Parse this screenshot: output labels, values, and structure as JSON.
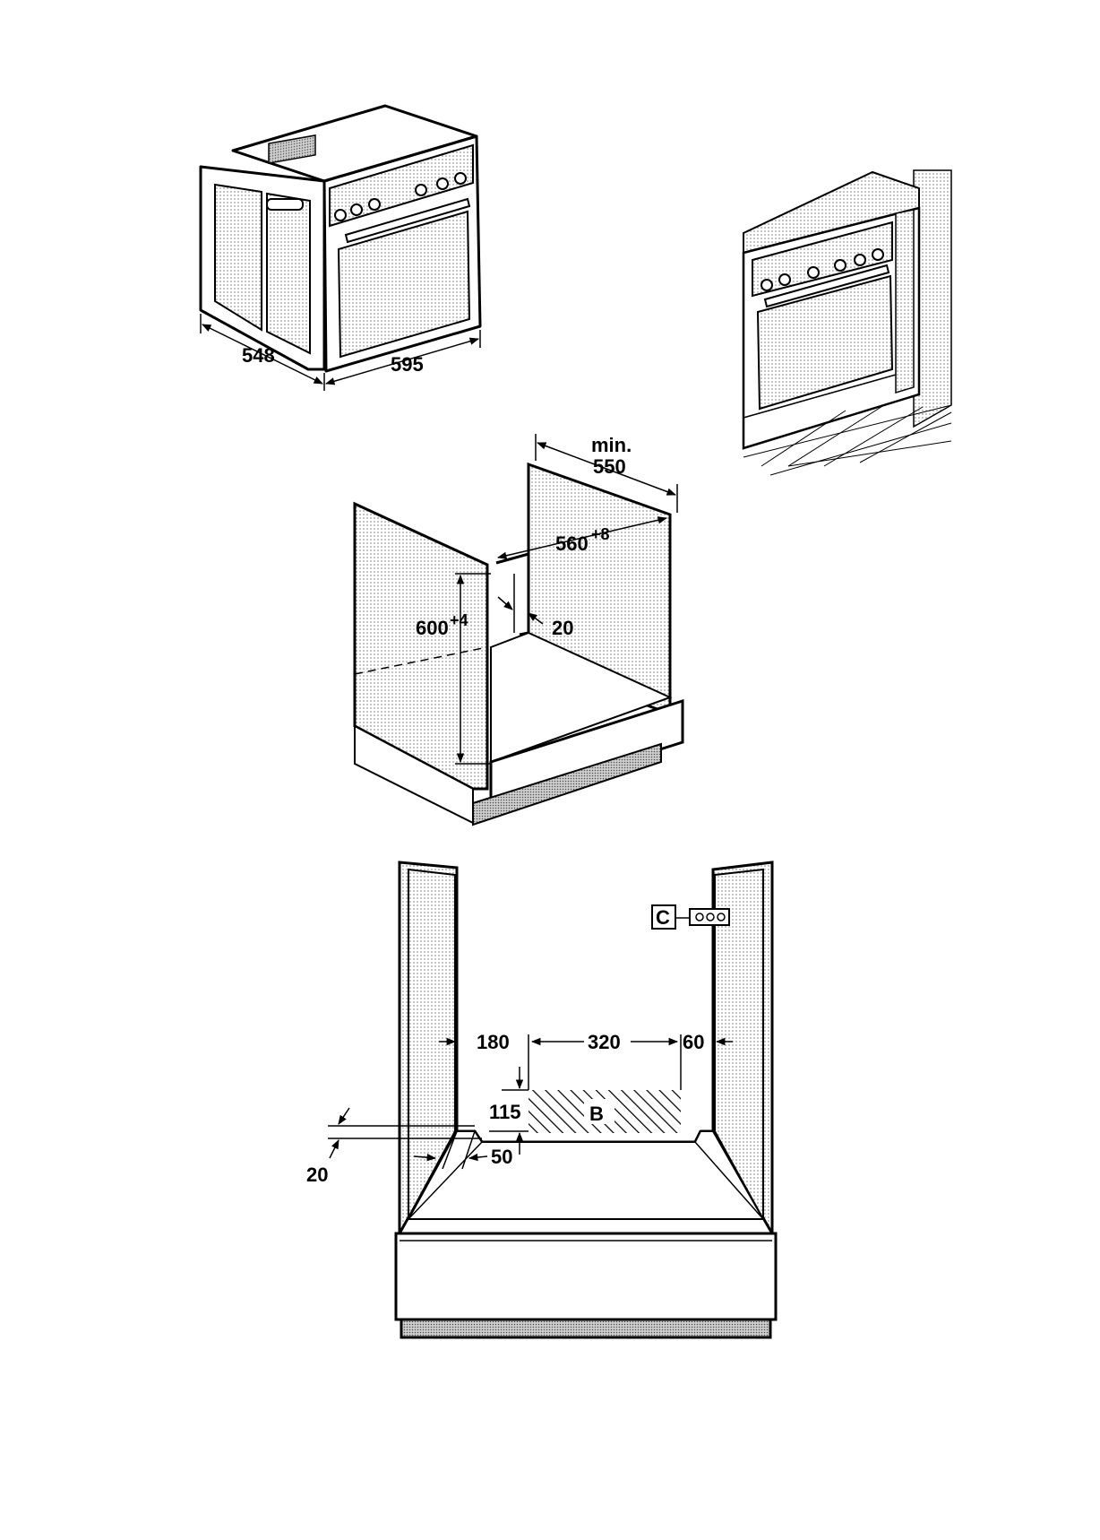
{
  "oven": {
    "depth_label": "548",
    "width_label": "595"
  },
  "cabinet": {
    "min_label": "min.",
    "min_depth": "550",
    "inner_width": "560",
    "inner_width_tol": "+8",
    "height": "600",
    "height_tol": "+4",
    "back_gap": "20"
  },
  "front_view": {
    "left_offset": "180",
    "zone_width": "320",
    "right_offset": "60",
    "zone_height": "115",
    "zone_label": "B",
    "socket_label": "C",
    "side_gap": "20",
    "step_depth": "50"
  }
}
